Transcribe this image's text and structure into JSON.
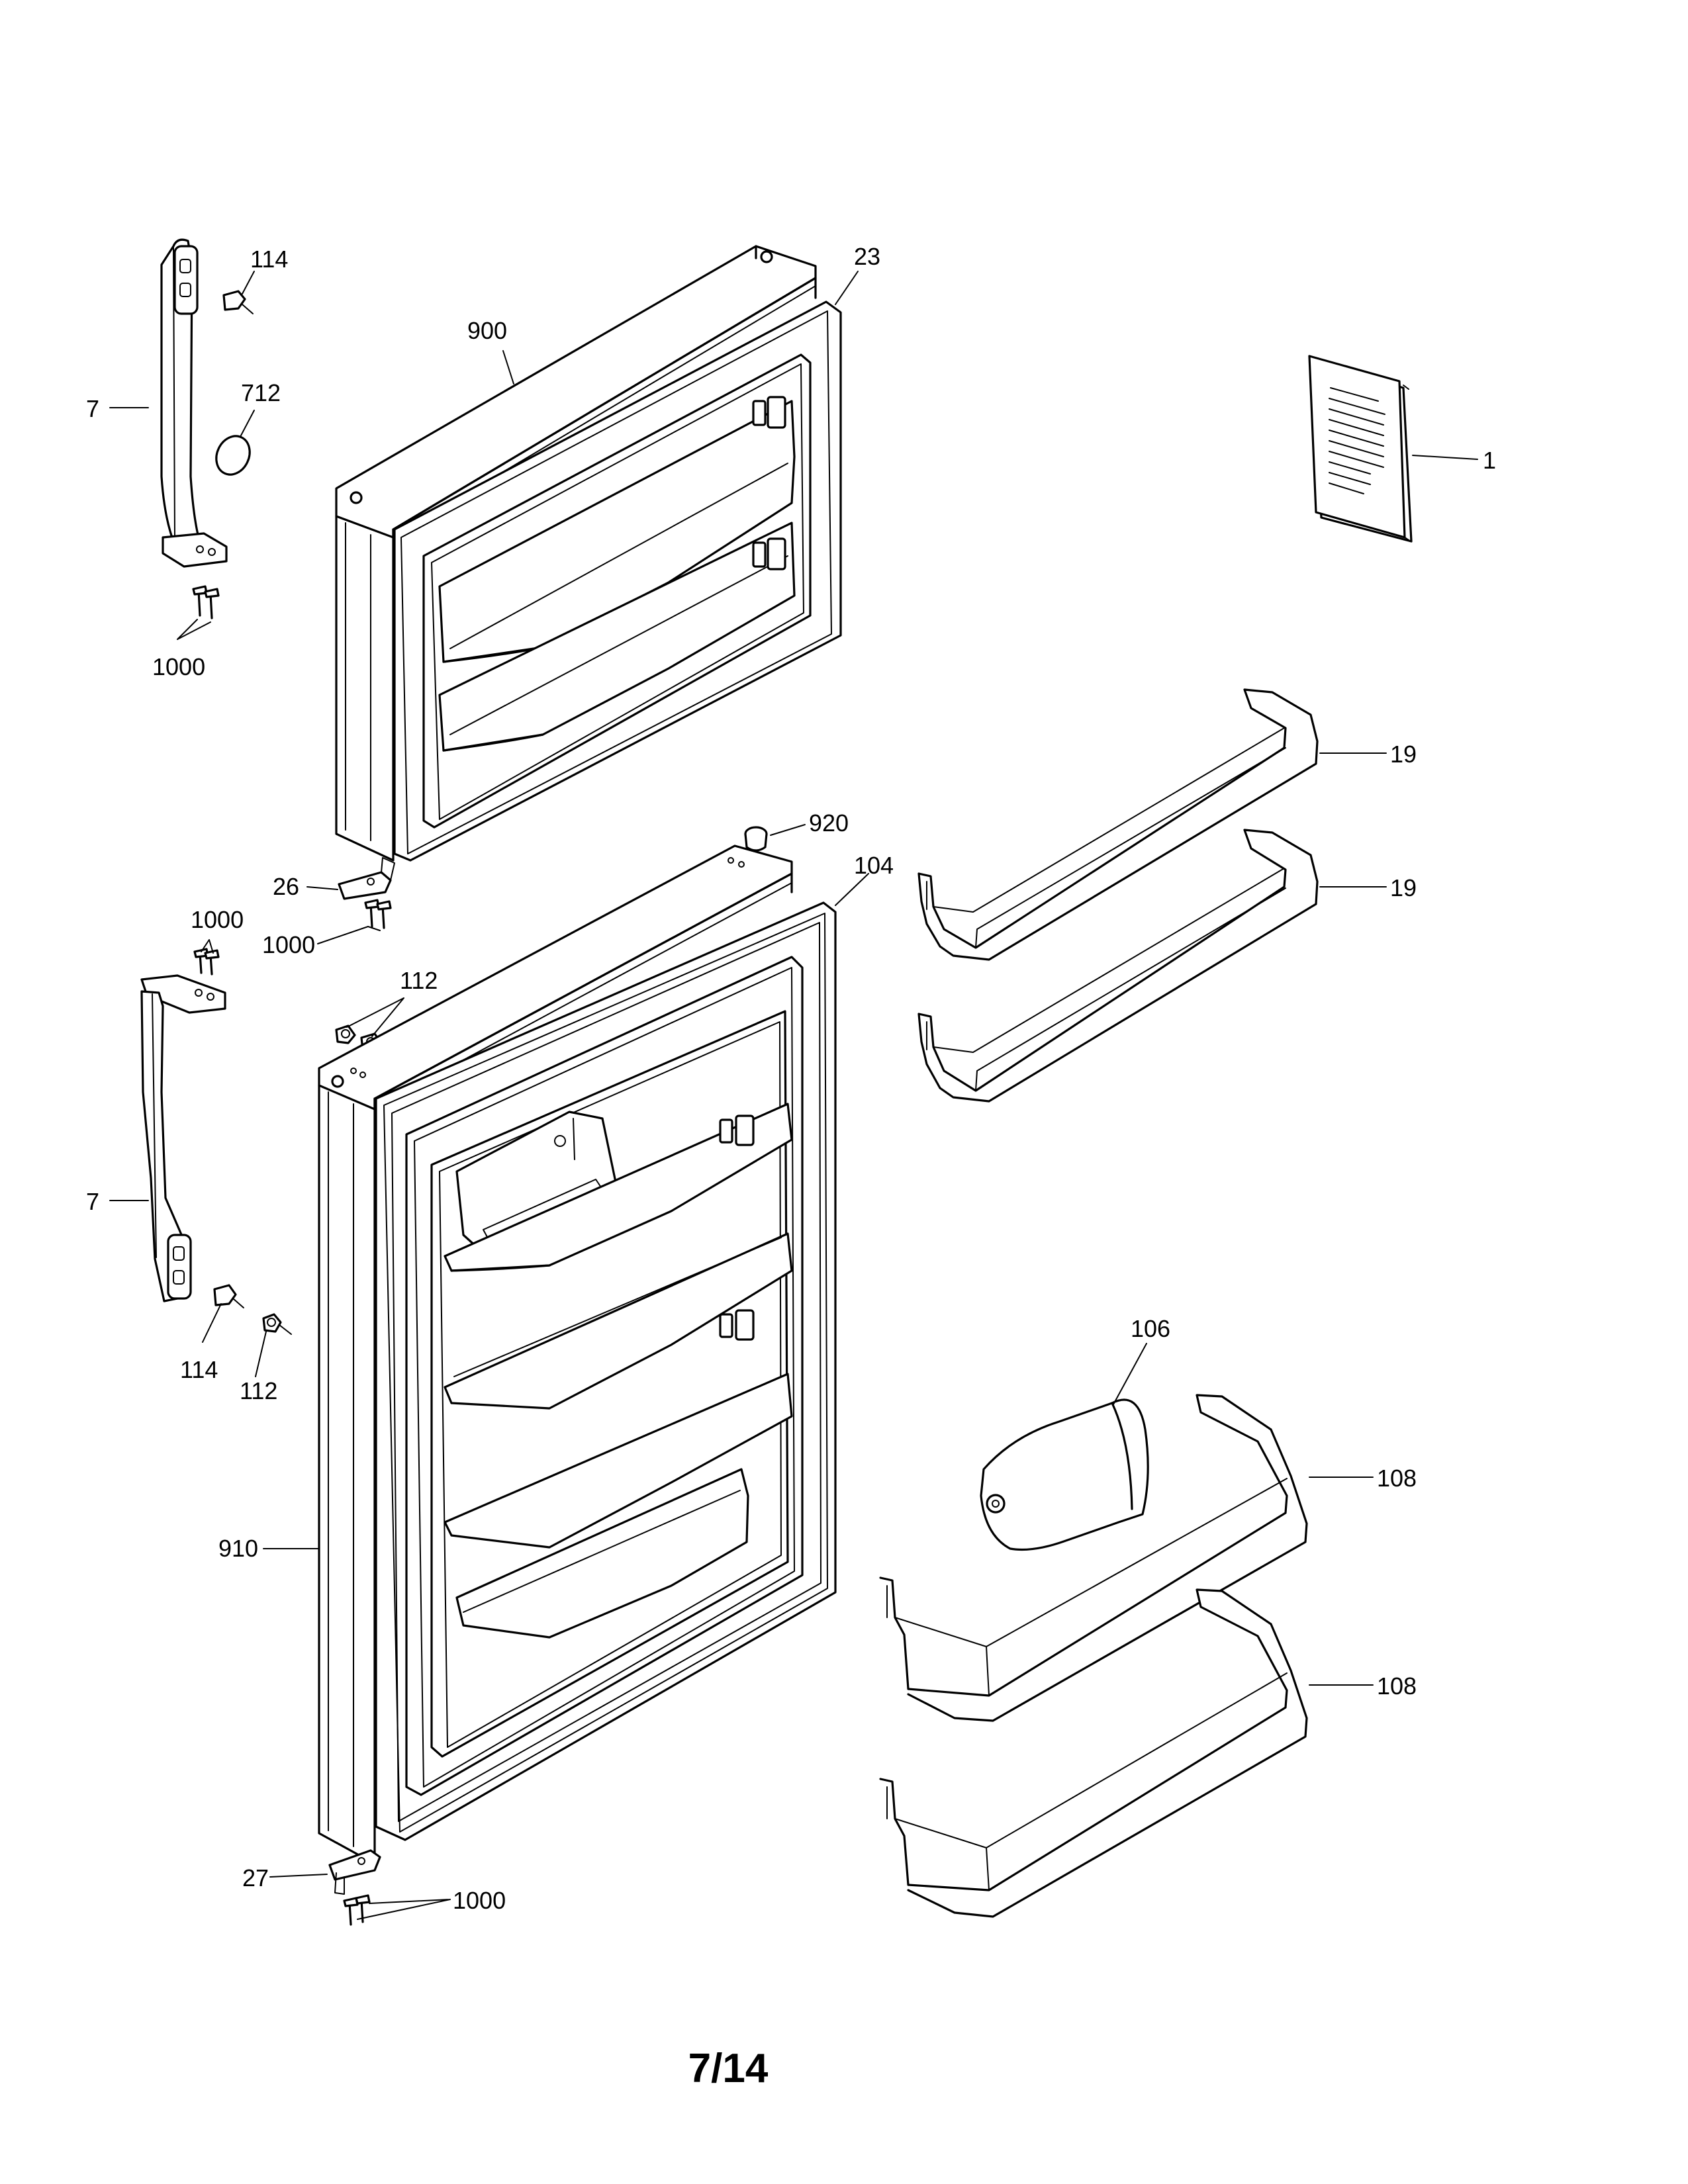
{
  "page_number": "7/14",
  "callouts": {
    "c_114_top": "114",
    "c_7_top": "7",
    "c_712": "712",
    "c_1000_top": "1000",
    "c_900": "900",
    "c_23": "23",
    "c_1": "1",
    "c_19_a": "19",
    "c_19_b": "19",
    "c_920": "920",
    "c_104": "104",
    "c_26": "26",
    "c_1000_mid_a": "1000",
    "c_1000_mid_b": "1000",
    "c_112_top": "112",
    "c_7_bottom": "7",
    "c_114_bottom": "114",
    "c_112_bottom": "112",
    "c_106": "106",
    "c_108_a": "108",
    "c_108_b": "108",
    "c_910": "910",
    "c_27": "27",
    "c_1000_bottom": "1000"
  }
}
